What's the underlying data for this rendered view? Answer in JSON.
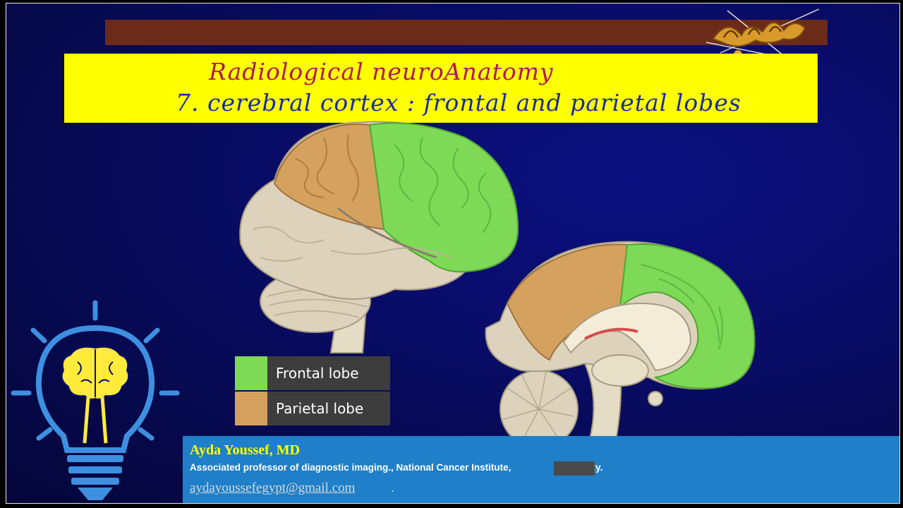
{
  "title": {
    "line1": "Radiological  neuroAnatomy",
    "line2": "7. cerebral cortex : frontal and parietal lobes"
  },
  "legend": [
    {
      "label": "Frontal lobe",
      "color": "#7ed956"
    },
    {
      "label": "Parietal lobe",
      "color": "#d5a15e"
    }
  ],
  "author": {
    "name": "Ayda Youssef, MD",
    "role": "Associated professor of diagnostic imaging., National Cancer Institute,",
    "role_suffix": "University.",
    "email": "aydayoussefegypt@gmail.com",
    "email_suffix": "."
  },
  "colors": {
    "frontal": "#7ed956",
    "parietal": "#d5a15e",
    "cortex_other": "#ddd3bc",
    "title_bg": "#ffff00",
    "author_bg": "#1f7fc8"
  },
  "icons": [
    "calligraphy-logo",
    "lightbulb-brain-icon"
  ]
}
